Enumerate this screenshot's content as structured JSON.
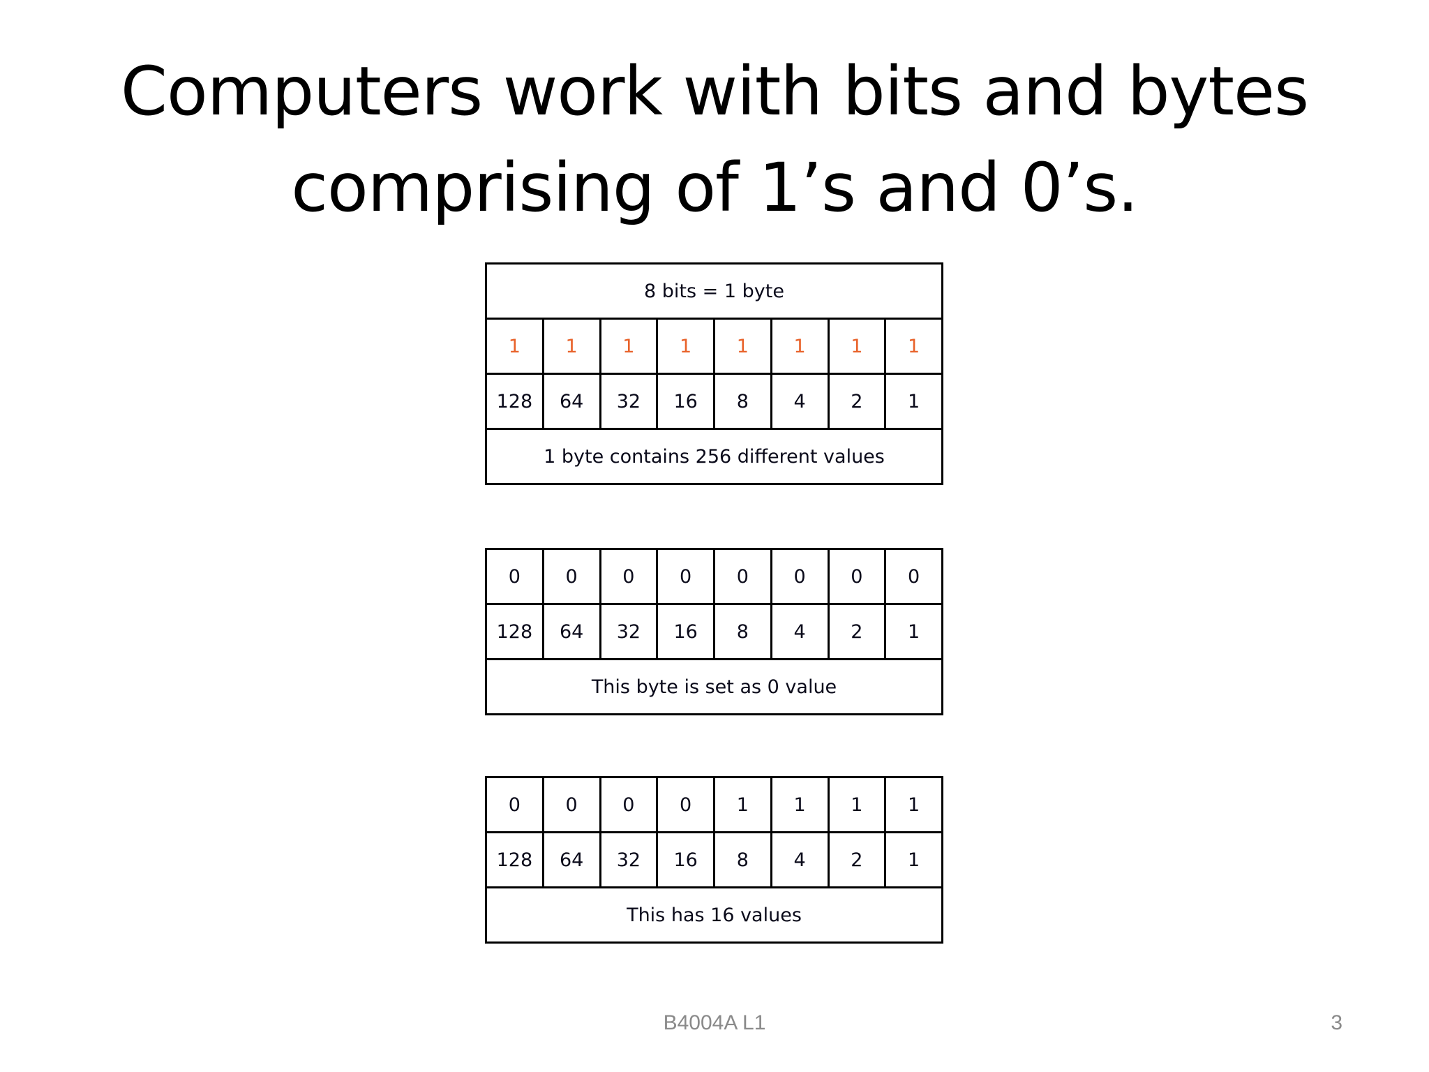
{
  "slide": {
    "title_lines": [
      "Computers work with bits and bytes",
      "comprising of 1’s and 0’s."
    ],
    "colors": {
      "title": "#000000",
      "cell_text": "#0a0a1a",
      "highlight_bits": "#e8622a",
      "border": "#000000",
      "footer": "#8a8a8a"
    },
    "tables": [
      {
        "header": "8 bits = 1 byte",
        "bits": [
          "1",
          "1",
          "1",
          "1",
          "1",
          "1",
          "1",
          "1"
        ],
        "bits_highlighted": true,
        "place_values": [
          "128",
          "64",
          "32",
          "16",
          "8",
          "4",
          "2",
          "1"
        ],
        "caption": "1 byte contains 256 different values"
      },
      {
        "header": null,
        "bits": [
          "0",
          "0",
          "0",
          "0",
          "0",
          "0",
          "0",
          "0"
        ],
        "bits_highlighted": false,
        "place_values": [
          "128",
          "64",
          "32",
          "16",
          "8",
          "4",
          "2",
          "1"
        ],
        "caption": "This byte is set as 0 value"
      },
      {
        "header": null,
        "bits": [
          "0",
          "0",
          "0",
          "0",
          "1",
          "1",
          "1",
          "1"
        ],
        "bits_highlighted": false,
        "place_values": [
          "128",
          "64",
          "32",
          "16",
          "8",
          "4",
          "2",
          "1"
        ],
        "caption": "This has 16 values"
      }
    ],
    "footer": {
      "center_text": "B4004A L1",
      "page_number": "3"
    }
  }
}
